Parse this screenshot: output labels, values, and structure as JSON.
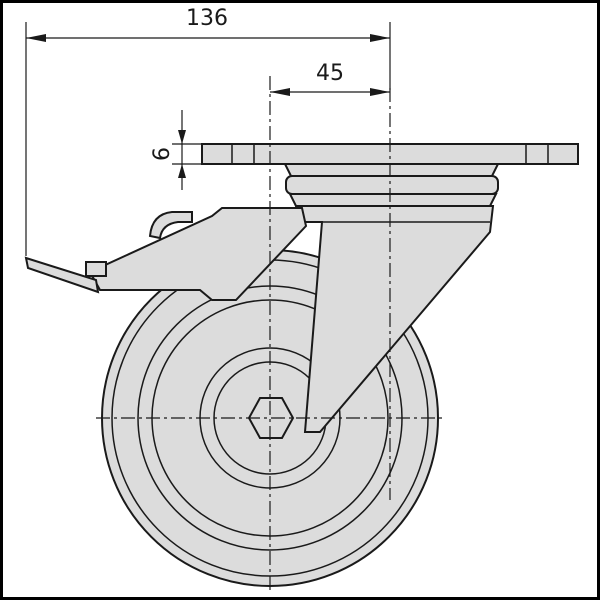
{
  "dimensions": {
    "overall_width": "136",
    "center_offset": "45",
    "plate_thickness": "6"
  },
  "colors": {
    "part_fill": "#dcdcdc",
    "line": "#1a1a1a",
    "frame": "#000000",
    "background": "#ffffff"
  }
}
